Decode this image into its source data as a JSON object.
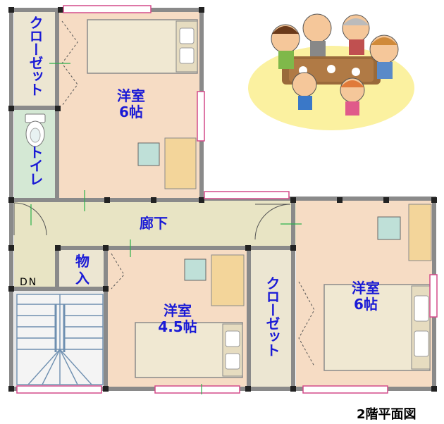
{
  "title": "2階平面図",
  "rooms": {
    "closet_left": "クローゼット",
    "toilet": "トイレ",
    "western_top_name": "洋室",
    "western_top_size": "6帖",
    "corridor": "廊下",
    "storage_line1": "物",
    "storage_line2": "入",
    "western_mid_name": "洋室",
    "western_mid_size": "4.5帖",
    "closet_right": "クローゼット",
    "western_right_name": "洋室",
    "western_right_size": "6帖"
  },
  "stairs_label": "DN",
  "colors": {
    "room_floor": "#f6dcc4",
    "closet_floor": "#ece6d2",
    "toilet_floor": "#d4e8d4",
    "corridor_floor": "#e8e4c4",
    "wall": "#8a8a8a",
    "label": "#1a1ad6",
    "bed": "#f0e8d2",
    "desk": "#f3d59a",
    "chair": "#bfe0d8"
  }
}
